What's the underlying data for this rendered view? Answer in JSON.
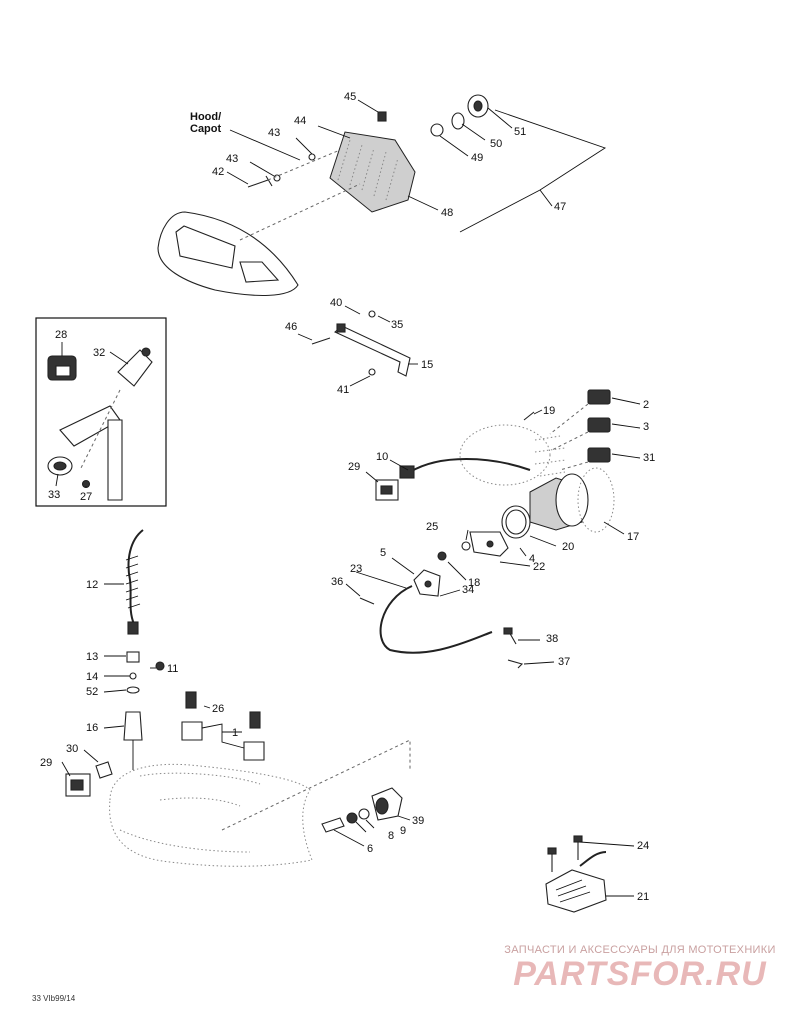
{
  "part_labels": [
    {
      "id": "45"
    },
    {
      "id": "44"
    },
    {
      "id": "43a",
      "text": "43"
    },
    {
      "id": "43b",
      "text": "43"
    },
    {
      "id": "42"
    },
    {
      "id": "51"
    },
    {
      "id": "50"
    },
    {
      "id": "49"
    },
    {
      "id": "48"
    },
    {
      "id": "47"
    },
    {
      "id": "40"
    },
    {
      "id": "35"
    },
    {
      "id": "46"
    },
    {
      "id": "15"
    },
    {
      "id": "41"
    },
    {
      "id": "28"
    },
    {
      "id": "32"
    },
    {
      "id": "33"
    },
    {
      "id": "27"
    },
    {
      "id": "2"
    },
    {
      "id": "19"
    },
    {
      "id": "3"
    },
    {
      "id": "31"
    },
    {
      "id": "10"
    },
    {
      "id": "29a",
      "text": "29"
    },
    {
      "id": "17"
    },
    {
      "id": "20"
    },
    {
      "id": "25"
    },
    {
      "id": "4"
    },
    {
      "id": "22"
    },
    {
      "id": "5"
    },
    {
      "id": "18"
    },
    {
      "id": "34"
    },
    {
      "id": "23"
    },
    {
      "id": "36"
    },
    {
      "id": "38"
    },
    {
      "id": "37"
    },
    {
      "id": "12"
    },
    {
      "id": "13"
    },
    {
      "id": "11"
    },
    {
      "id": "14"
    },
    {
      "id": "52"
    },
    {
      "id": "16"
    },
    {
      "id": "26"
    },
    {
      "id": "1"
    },
    {
      "id": "30"
    },
    {
      "id": "29b",
      "text": "29"
    },
    {
      "id": "39"
    },
    {
      "id": "9"
    },
    {
      "id": "8"
    },
    {
      "id": "6"
    },
    {
      "id": "24"
    },
    {
      "id": "21"
    }
  ],
  "hood_label": {
    "line1": "Hood/",
    "line2": "Capot"
  },
  "watermark": {
    "tagline": "ЗАПЧАСТИ И АКСЕССУАРЫ ДЛЯ МОТОТЕХНИКИ",
    "logo": "PARTSFOR.RU"
  },
  "drawing_code": "33 VIb99/14"
}
